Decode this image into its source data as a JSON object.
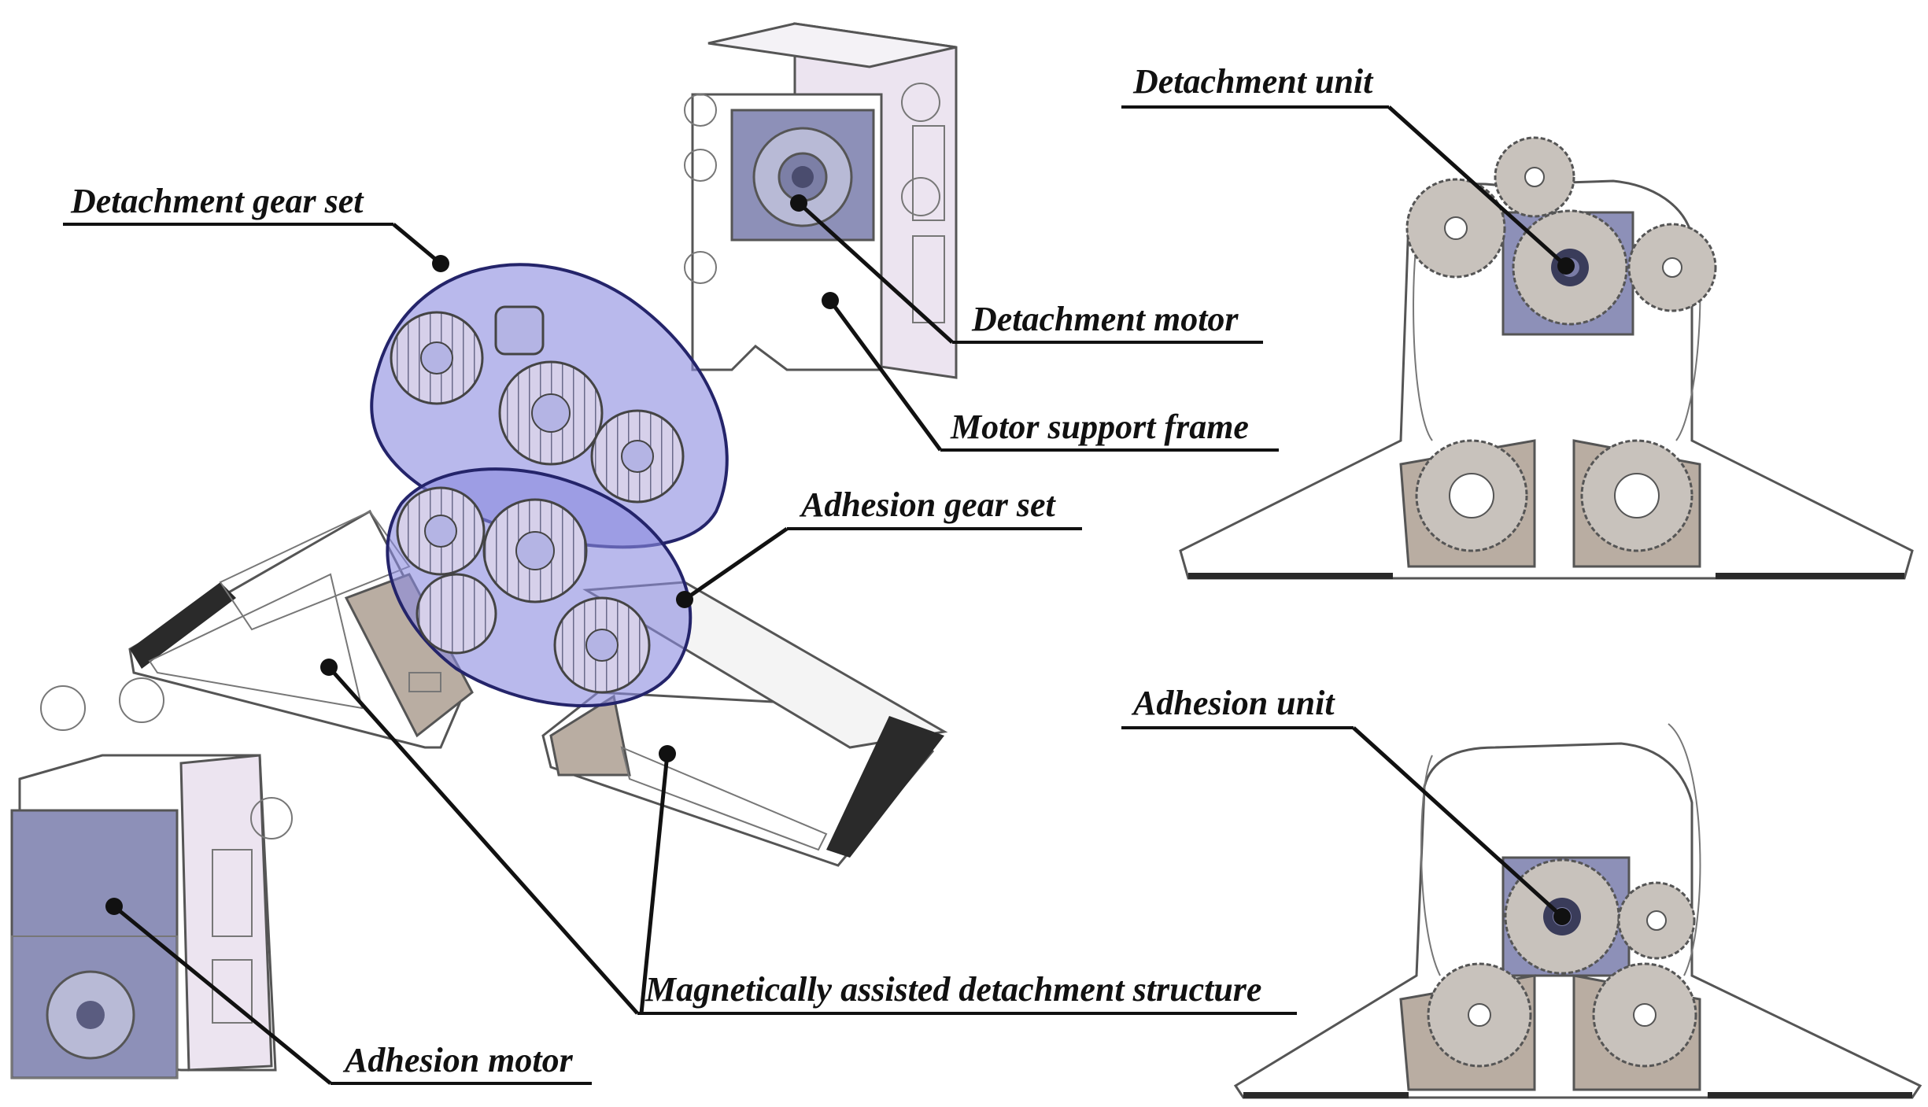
{
  "labels": {
    "detachment_gear_set": "Detachment gear set",
    "detachment_motor": "Detachment motor",
    "motor_support_frame": "Motor support frame",
    "adhesion_gear_set": "Adhesion gear set",
    "magnetic_structure": "Magnetically assisted detachment structure",
    "adhesion_motor": "Adhesion motor",
    "detachment_unit": "Detachment unit",
    "adhesion_unit": "Adhesion unit"
  },
  "colors": {
    "highlight_fill": "#8a8ae0",
    "highlight_stroke": "#24246a",
    "motor_blue": "#8d90b8",
    "frame_lilac": "#ece4f0",
    "bracket_tan": "#b9ada2",
    "gear_grey": "#c8c2bc",
    "pad_black": "#2a2a2a"
  }
}
